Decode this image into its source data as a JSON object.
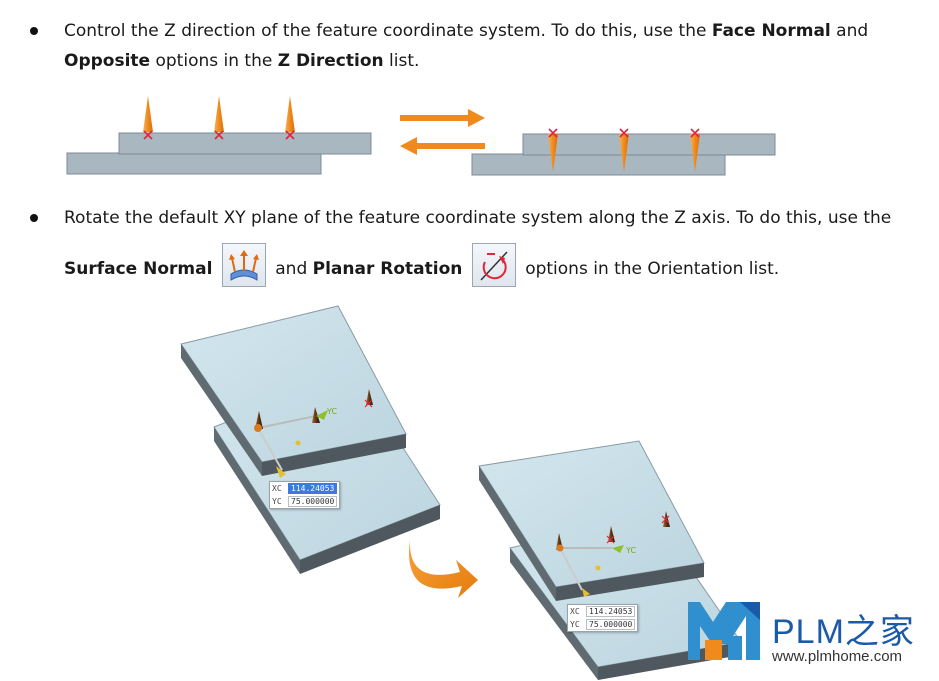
{
  "bullet1": {
    "part1": "Control the Z direction of the feature coordinate system. To do this, use the ",
    "bold1": "Face Normal",
    "part2": " and",
    "bold2": "Opposite",
    "part3": " options in the ",
    "bold3": "Z Direction",
    "part4": " list."
  },
  "bullet2": {
    "part1": "Rotate the default XY plane of the feature coordinate system along the Z axis. To do this, use the",
    "bold1": "Surface Normal",
    "part2": " and ",
    "bold2": "Planar Rotation",
    "part3": " options in the Orientation list."
  },
  "icons": [
    "surface-normal-icon",
    "planar-rotation-icon"
  ],
  "coord_dialog_1": {
    "xc_label": "XC",
    "xc_value": "114.24053",
    "yc_label": "YC",
    "yc_value": "75.000000"
  },
  "coord_dialog_2": {
    "xc_label": "XC",
    "xc_value": "114.24053",
    "yc_label": "YC",
    "yc_value": "75.000000"
  },
  "axis_label": "YC",
  "logo": {
    "name": "PLM之家",
    "url": "www.plmhome.com"
  },
  "colors": {
    "accent": "#f08a1c",
    "plate": "#a9b7c1",
    "plate3d": "#c6dce6",
    "marker": "#e0263a",
    "logo_blue": "#1b5aa8"
  }
}
